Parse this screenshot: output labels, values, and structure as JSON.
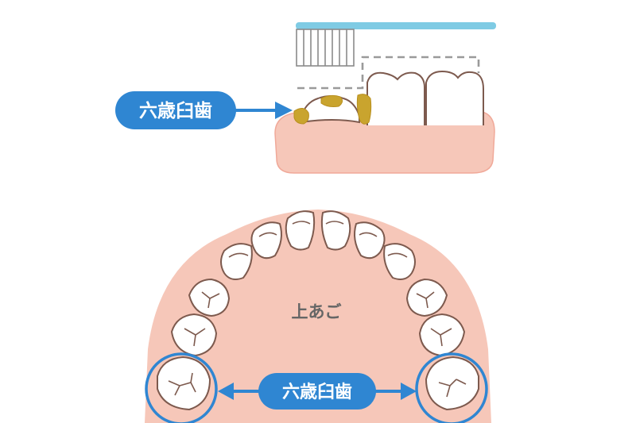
{
  "labels": {
    "top_molar": "六歳臼歯",
    "palate": "上あご",
    "bottom_molar": "六歳臼歯"
  },
  "colors": {
    "gum": "#f6c7b9",
    "gum_dark": "#f0a999",
    "tooth_fill": "#ffffff",
    "tooth_outline": "#7d5a4e",
    "plaque": "#c9a42e",
    "label_bg": "#2f86d2",
    "brush_handle": "#7fcbe4",
    "text_gray": "#666666"
  },
  "icons": [
    "toothbrush-icon",
    "plaque-spots",
    "double-arrow-icon"
  ]
}
